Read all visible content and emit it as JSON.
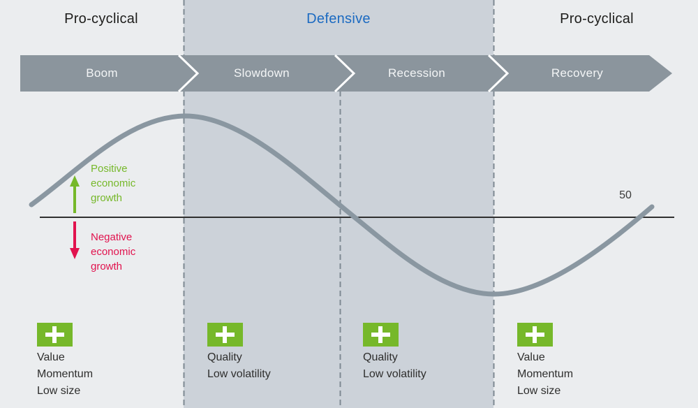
{
  "header": {
    "left_label": "Pro-cyclical",
    "center_label": "Defensive",
    "right_label": "Pro-cyclical"
  },
  "phases": [
    {
      "label": "Boom"
    },
    {
      "label": "Slowdown"
    },
    {
      "label": "Recession"
    },
    {
      "label": "Recovery"
    }
  ],
  "growth": {
    "positive_lines": [
      "Positive",
      "economic",
      "growth"
    ],
    "negative_lines": [
      "Negative",
      "economic",
      "growth"
    ]
  },
  "axis": {
    "baseline_label": "50"
  },
  "factors": [
    {
      "phase": "Boom",
      "items": [
        "Value",
        "Momentum",
        "Low size"
      ]
    },
    {
      "phase": "Slowdown",
      "items": [
        "Quality",
        "Low volatility"
      ]
    },
    {
      "phase": "Recession",
      "items": [
        "Quality",
        "Low volatility"
      ]
    },
    {
      "phase": "Recovery",
      "items": [
        "Value",
        "Momentum",
        "Low size"
      ]
    }
  ],
  "colors": {
    "page_bg": "#ebedef",
    "defensive_band_bg": "#ccd2d9",
    "banner_gray": "#8b959d",
    "curve_gray": "#8a97a1",
    "dashed_divider": "#7e8992",
    "baseline_black": "#2f2f2f",
    "accent_green": "#76b82a",
    "accent_red": "#e1134e",
    "defensive_blue": "#1b6ac1"
  },
  "chart_data": {
    "type": "line",
    "title": "",
    "x_phases": [
      "Boom",
      "Slowdown",
      "Recession",
      "Recovery"
    ],
    "baseline": 50,
    "grid": false,
    "legend_position": "none",
    "series": [
      {
        "name": "economic-cycle-curve",
        "keypoints": [
          {
            "position": "Boom start",
            "level": "above 50, rising"
          },
          {
            "position": "Boom/Slowdown boundary",
            "level": "peak"
          },
          {
            "position": "early Recession",
            "level": "crosses 50 falling"
          },
          {
            "position": "Recession/Recovery boundary",
            "level": "trough"
          },
          {
            "position": "Recovery end",
            "level": "crosses 50 rising"
          }
        ]
      }
    ],
    "annotations": [
      {
        "text": "Positive economic growth",
        "color": "#76b82a",
        "side": "above baseline"
      },
      {
        "text": "Negative economic growth",
        "color": "#e1134e",
        "side": "below baseline"
      },
      {
        "text": "50",
        "role": "baseline value label"
      }
    ]
  }
}
